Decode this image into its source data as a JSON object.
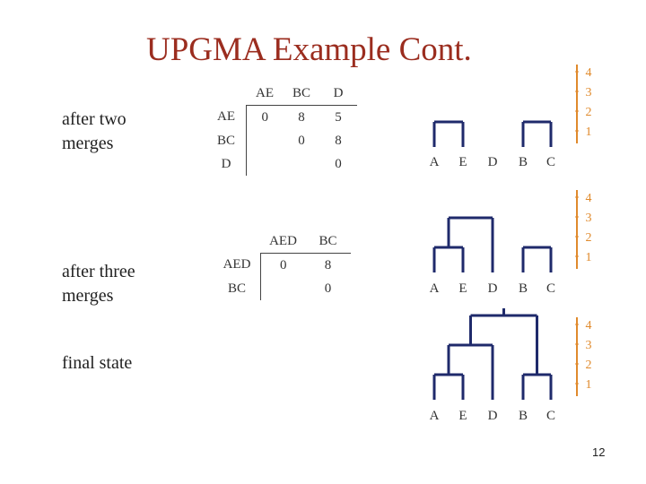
{
  "title": "UPGMA Example Cont.",
  "labels": {
    "after_two": [
      "after two",
      "merges"
    ],
    "after_three": [
      "after three",
      "merges"
    ],
    "final": "final state"
  },
  "matrix1": {
    "cols": [
      "AE",
      "BC",
      "D"
    ],
    "rows": [
      {
        "name": "AE",
        "cells": [
          "0",
          "8",
          "5"
        ]
      },
      {
        "name": "BC",
        "cells": [
          "",
          "0",
          "8"
        ]
      },
      {
        "name": "D",
        "cells": [
          "",
          "",
          "0"
        ]
      }
    ]
  },
  "matrix2": {
    "cols": [
      "AED",
      "BC"
    ],
    "rows": [
      {
        "name": "AED",
        "cells": [
          "0",
          "8"
        ]
      },
      {
        "name": "BC",
        "cells": [
          "",
          "0"
        ]
      }
    ]
  },
  "leaves": [
    "A",
    "E",
    "D",
    "B",
    "C"
  ],
  "scale": [
    "4",
    "3",
    "2",
    "1"
  ],
  "page_number": "12",
  "colors": {
    "title": "#9b2d1f",
    "tree": "#1f2a6b",
    "scale": "#e08a2c"
  }
}
